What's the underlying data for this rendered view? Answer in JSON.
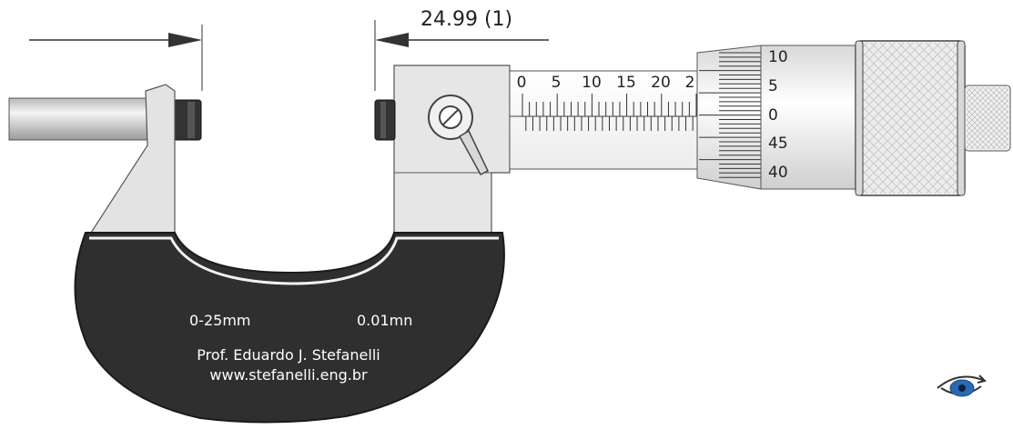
{
  "measurement": {
    "reading": "24.99 (1)"
  },
  "frame": {
    "range_label": "0-25mm",
    "resolution_label": "0.01mn",
    "author": "Prof. Eduardo J. Stefanelli",
    "website": "www.stefanelli.eng.br"
  },
  "sleeve_scale": {
    "labels": [
      "0",
      "5",
      "10",
      "15",
      "20",
      "2"
    ]
  },
  "thimble_scale": {
    "labels": [
      "10",
      "5",
      "0",
      "45",
      "40"
    ]
  },
  "colors": {
    "frame_dark": "#2f2f2f",
    "metal_light": "#e6e6e6",
    "eye_logo_blue": "#2a6ab0"
  },
  "icons": {
    "logo": "eye-logo-icon"
  }
}
